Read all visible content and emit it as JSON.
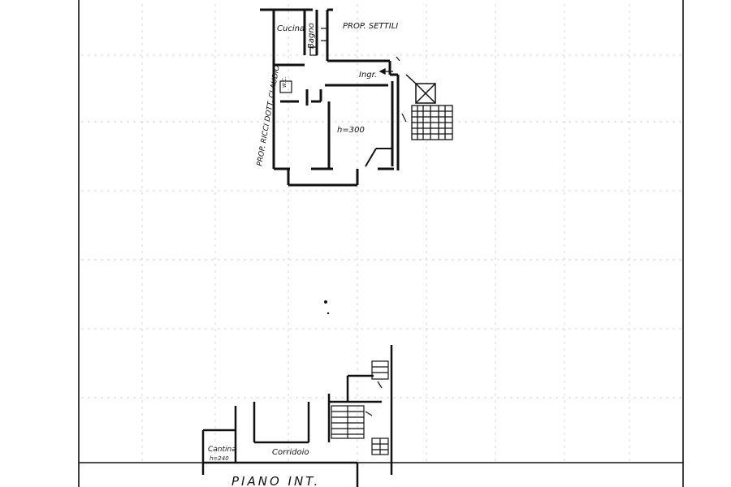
{
  "labels": {
    "cucina": "Cucina",
    "bagno": "Bagno",
    "prop_settili": "PROP. SETTILI",
    "ingr": "Ingr.",
    "h300": "h=300",
    "prop_ricci": "PROP. RICCI DOTT. CLAUDIO",
    "wc_mark": "W.C.",
    "cantina": "Cantina",
    "cantina_h": "h=240",
    "corridoio": "Corridoio",
    "piano_int": "PIANO INT."
  },
  "colors": {
    "ink": "#111111",
    "grid": "#c8c8c8",
    "paper": "#ffffff"
  },
  "icons": [
    "north-arrow-icon",
    "lift-cross-icon",
    "stair-icon"
  ]
}
